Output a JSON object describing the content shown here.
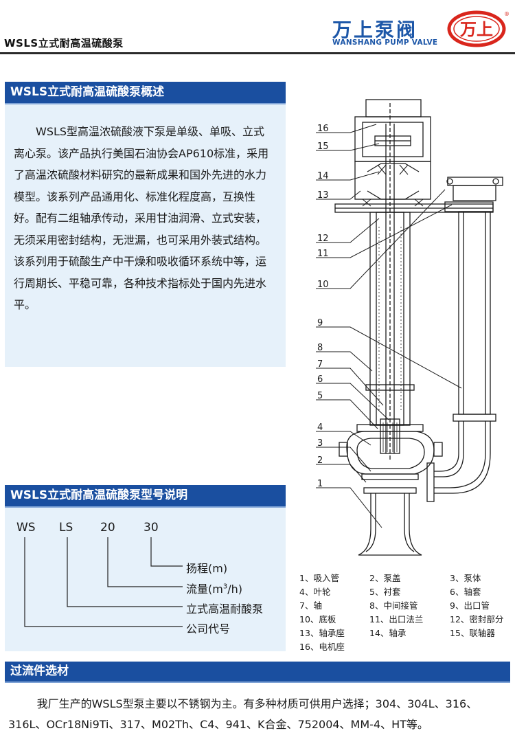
{
  "header": {
    "title": "WSLS立式耐高温硫酸泵",
    "brand_cn": "万上泵阀",
    "brand_en": "WANSHANG PUMP VALVE",
    "logo_text": "万上",
    "registered": "®"
  },
  "overview": {
    "heading": "WSLS立式耐高温硫酸泵概述",
    "body": "WSLS型高温浓硫酸液下泵是单级、单吸、立式离心泵。该产品执行美国石油协会AP610标准，采用了高温浓硫酸材料研究的最新成果和国外先进的水力模型。该系列产品通用化、标准化程度高，互换性好。配有二组轴承传动，采用甘油润滑、立式安装，无须采用密封结构，无泄漏，也可采用外装式结构。该系列用于硫酸生产中干燥和吸收循环系统中等，运行周期长、平稳可靠，各种技术指标处于国内先进水平。"
  },
  "model": {
    "heading": "WSLS立式耐高温硫酸泵型号说明",
    "codes": [
      "WS",
      "LS",
      "20",
      "30"
    ],
    "labels": {
      "head": "扬程(m)",
      "flow_prefix": "流量(m",
      "flow_sup": "3",
      "flow_suffix": "/h)",
      "type": "立式高温耐酸泵",
      "company": "公司代号"
    }
  },
  "diagram": {
    "callouts": [
      "16",
      "15",
      "14",
      "13",
      "12",
      "11",
      "10",
      "9",
      "8",
      "7",
      "6",
      "5",
      "4",
      "3",
      "2",
      "1"
    ]
  },
  "legend": [
    "1、吸入管",
    "2、泵盖",
    "3、泵体",
    "4、叶轮",
    "5、衬套",
    "6、轴套",
    "7、轴",
    "8、中间接管",
    "9、出口管",
    "10、底板",
    "11、出口法兰",
    "12、密封部分",
    "13、轴承座",
    "14、轴承",
    "15、联轴器",
    "16、电机座"
  ],
  "materials": {
    "heading": "过流件选材",
    "body": "我厂生产的WSLS型泵主要以不锈钢为主。有多种材质可供用户选择；304、304L、316、316L、OCr18Ni9Ti、317、M02Th、C4、941、K合金、752004、MM-4、HT等。"
  },
  "colors": {
    "accent": "#1a4fa0",
    "panel": "#e6f1fa",
    "brand": "#1d57a8",
    "logo_red": "#d9261c"
  }
}
